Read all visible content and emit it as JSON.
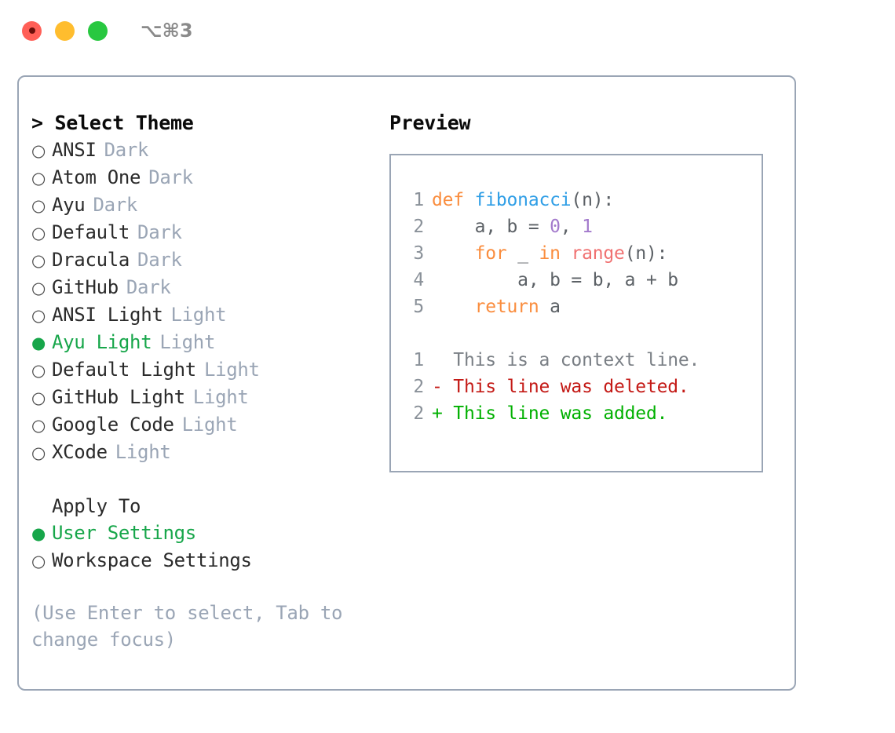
{
  "titlebar": {
    "shortcut": "⌥⌘3",
    "buttons": [
      {
        "name": "close",
        "color": "#ff5f57"
      },
      {
        "name": "minimize",
        "color": "#ffbd2e"
      },
      {
        "name": "maximize",
        "color": "#28c840"
      }
    ]
  },
  "theme_section": {
    "prompt": ">",
    "header": "Select Theme",
    "items": [
      {
        "marker": "○",
        "label": "ANSI",
        "tag": "Dark",
        "selected": false
      },
      {
        "marker": "○",
        "label": "Atom One",
        "tag": "Dark",
        "selected": false
      },
      {
        "marker": "○",
        "label": "Ayu",
        "tag": "Dark",
        "selected": false
      },
      {
        "marker": "○",
        "label": "Default",
        "tag": "Dark",
        "selected": false
      },
      {
        "marker": "○",
        "label": "Dracula",
        "tag": "Dark",
        "selected": false
      },
      {
        "marker": "○",
        "label": "GitHub",
        "tag": "Dark",
        "selected": false
      },
      {
        "marker": "○",
        "label": "ANSI Light",
        "tag": "Light",
        "selected": false
      },
      {
        "marker": "●",
        "label": "Ayu Light",
        "tag": "Light",
        "selected": true
      },
      {
        "marker": "○",
        "label": "Default Light",
        "tag": "Light",
        "selected": false
      },
      {
        "marker": "○",
        "label": "GitHub Light",
        "tag": "Light",
        "selected": false
      },
      {
        "marker": "○",
        "label": "Google Code",
        "tag": "Light",
        "selected": false
      },
      {
        "marker": "○",
        "label": "XCode",
        "tag": "Light",
        "selected": false
      }
    ]
  },
  "apply_section": {
    "header": "Apply To",
    "items": [
      {
        "marker": "●",
        "label": "User Settings",
        "selected": true
      },
      {
        "marker": "○",
        "label": "Workspace Settings",
        "selected": false
      }
    ]
  },
  "hint": "(Use Enter to select, Tab to change focus)",
  "preview": {
    "title": "Preview",
    "code_lines": [
      {
        "number": "1",
        "tokens": [
          {
            "text": "def ",
            "type": "kw"
          },
          {
            "text": "fibonacci",
            "type": "fn"
          },
          {
            "text": "(n):",
            "type": "pln"
          }
        ]
      },
      {
        "number": "2",
        "tokens": [
          {
            "text": "    a, b = ",
            "type": "pln"
          },
          {
            "text": "0",
            "type": "num"
          },
          {
            "text": ", ",
            "type": "pln"
          },
          {
            "text": "1",
            "type": "num"
          }
        ]
      },
      {
        "number": "3",
        "tokens": [
          {
            "text": "    ",
            "type": "pln"
          },
          {
            "text": "for",
            "type": "kw"
          },
          {
            "text": " _ ",
            "type": "pln"
          },
          {
            "text": "in",
            "type": "kw"
          },
          {
            "text": " ",
            "type": "pln"
          },
          {
            "text": "range",
            "type": "call"
          },
          {
            "text": "(n):",
            "type": "pln"
          }
        ]
      },
      {
        "number": "4",
        "tokens": [
          {
            "text": "        a, b = b, a + b",
            "type": "pln"
          }
        ]
      },
      {
        "number": "5",
        "tokens": [
          {
            "text": "    ",
            "type": "pln"
          },
          {
            "text": "return",
            "type": "kw"
          },
          {
            "text": " a",
            "type": "pln"
          }
        ]
      }
    ],
    "diff_lines": [
      {
        "number": "1",
        "sign": " ",
        "text": " This is a context line.",
        "type": "ctx"
      },
      {
        "number": "2",
        "sign": "-",
        "text": " This line was deleted.",
        "type": "del"
      },
      {
        "number": "2",
        "sign": "+",
        "text": " This line was added.",
        "type": "add"
      }
    ]
  },
  "colors": {
    "accent_green": "#17a64a",
    "muted": "#9aa5b5",
    "border": "#9aa5b5",
    "keyword": "#fa8d3e",
    "function": "#2f9ee6",
    "number": "#a37acc",
    "builtin": "#f07171",
    "plain": "#5c6166",
    "line_number": "#8a9199",
    "diff_deleted": "#c41a16",
    "diff_added": "#00b000",
    "diff_context": "#7a7f85"
  }
}
